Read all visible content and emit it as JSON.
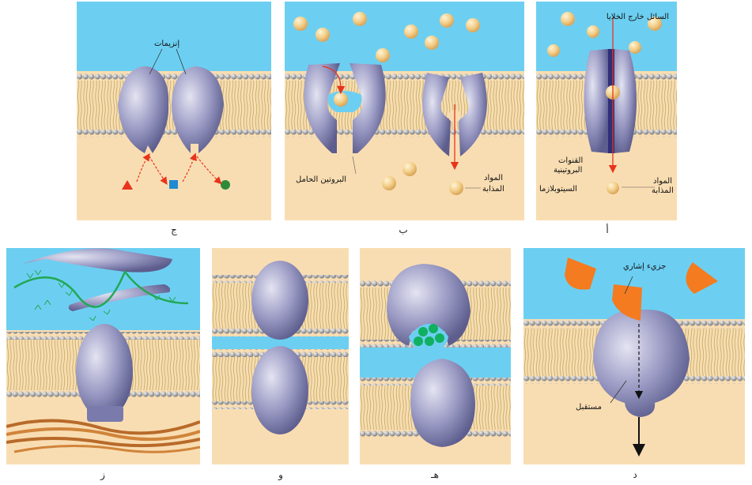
{
  "panels": {
    "a": {
      "caption": "أ",
      "label_extracellular": "السائل خارج الخلايا",
      "label_channels": [
        "القنوات",
        "البروتينية"
      ],
      "label_cytoplasm": "السيتوبلازما",
      "label_solute": [
        "المواد",
        "المذابة"
      ]
    },
    "b": {
      "caption": "ب",
      "label_carrier": "البروتين الحامل",
      "label_solute": [
        "المواد",
        "المذابة"
      ]
    },
    "c": {
      "caption": "ج",
      "label_enzymes": "إنزيمات"
    },
    "d": {
      "caption": "د",
      "label_signal": "جزيء إشاري",
      "label_receptor": "مستقبل"
    },
    "e": {
      "caption": "هـ"
    },
    "f": {
      "caption": "و"
    },
    "g": {
      "caption": "ز"
    }
  },
  "colors": {
    "extracellular": "#6ccff2",
    "cytoplasm": "#f9ddb2",
    "protein": "#8f8fb8",
    "head": "#a7a9ac",
    "solute": "#f3c97a",
    "signal": "#f47b20",
    "arrow": "#e8341c"
  }
}
